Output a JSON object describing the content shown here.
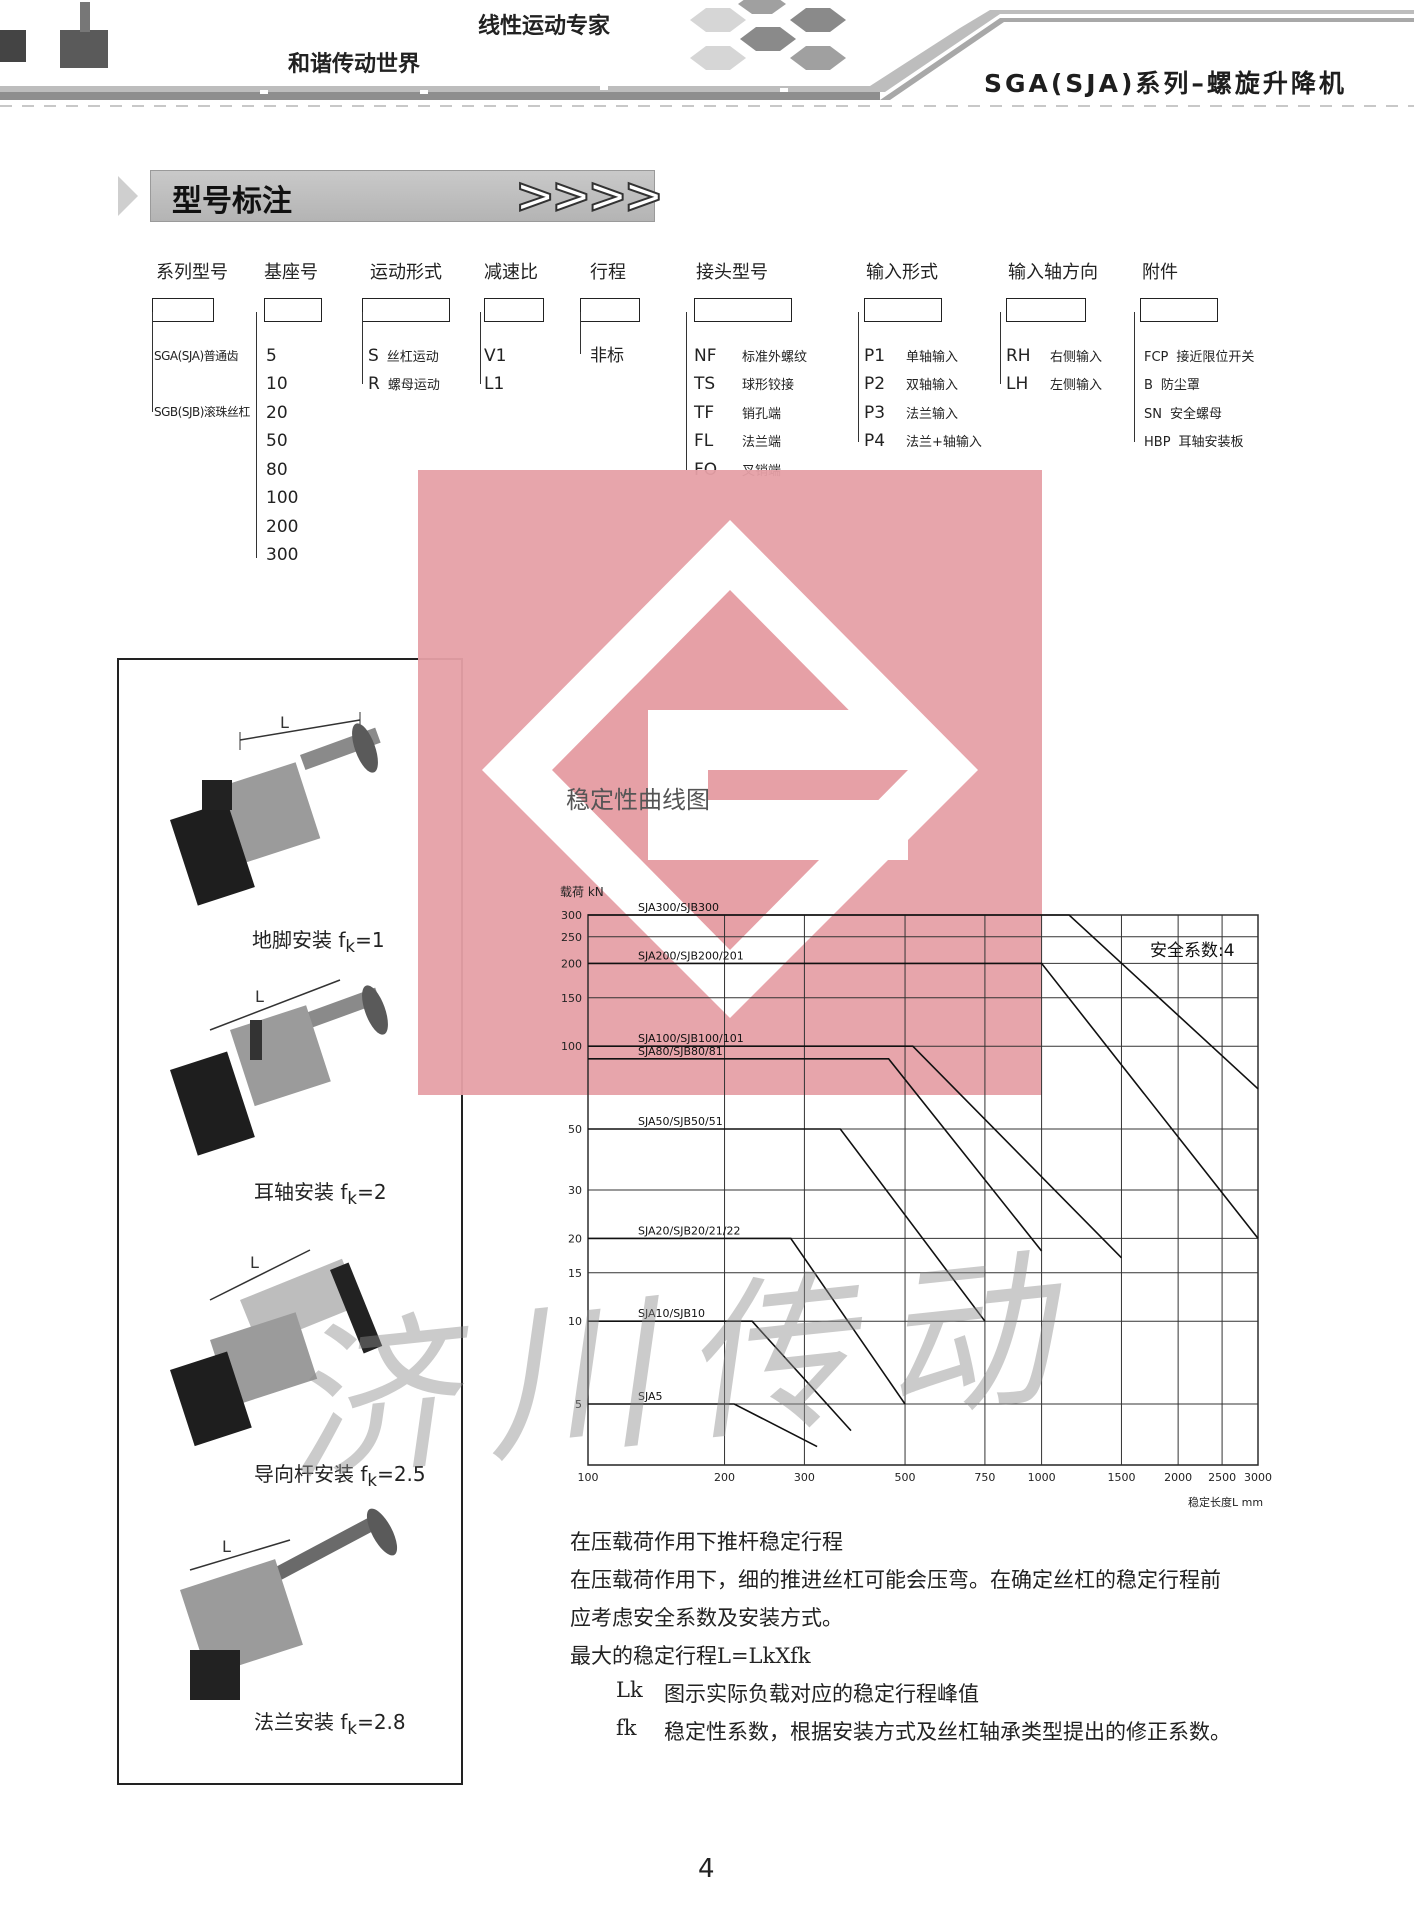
{
  "header": {
    "slogan_top": "线性运动专家",
    "slogan_bottom": "和谐传动世界",
    "series_title": "SGA(SJA)系列–螺旋升降机"
  },
  "section": {
    "title": "型号标注",
    "arrows": ">>>>"
  },
  "model_code": {
    "columns": [
      {
        "heading": "系列型号",
        "options": [
          {
            "code": "SGA(SJA)普通齿",
            "desc": ""
          },
          {
            "code": "SGB(SJB)滚珠丝杠",
            "desc": ""
          }
        ]
      },
      {
        "heading": "基座号",
        "options": [
          {
            "code": "5",
            "desc": ""
          },
          {
            "code": "10",
            "desc": ""
          },
          {
            "code": "20",
            "desc": ""
          },
          {
            "code": "50",
            "desc": ""
          },
          {
            "code": "80",
            "desc": ""
          },
          {
            "code": "100",
            "desc": ""
          },
          {
            "code": "200",
            "desc": ""
          },
          {
            "code": "300",
            "desc": ""
          }
        ]
      },
      {
        "heading": "运动形式",
        "options": [
          {
            "code": "S",
            "desc": "丝杠运动"
          },
          {
            "code": "R",
            "desc": "螺母运动"
          }
        ]
      },
      {
        "heading": "减速比",
        "options": [
          {
            "code": "V1",
            "desc": ""
          },
          {
            "code": "L1",
            "desc": ""
          }
        ]
      },
      {
        "heading": "行程",
        "options": [
          {
            "code": "非标",
            "desc": ""
          }
        ]
      },
      {
        "heading": "接头型号",
        "options": [
          {
            "code": "NF",
            "desc": "标准外螺纹"
          },
          {
            "code": "TS",
            "desc": "球形铰接"
          },
          {
            "code": "TF",
            "desc": "销孔端"
          },
          {
            "code": "FL",
            "desc": "法兰端"
          },
          {
            "code": "FO",
            "desc": "叉销端"
          }
        ]
      },
      {
        "heading": "输入形式",
        "options": [
          {
            "code": "P1",
            "desc": "单轴输入"
          },
          {
            "code": "P2",
            "desc": "双轴输入"
          },
          {
            "code": "P3",
            "desc": "法兰输入"
          },
          {
            "code": "P4",
            "desc": "法兰+轴输入"
          }
        ]
      },
      {
        "heading": "输入轴方向",
        "options": [
          {
            "code": "RH",
            "desc": "右侧输入"
          },
          {
            "code": "LH",
            "desc": "左侧输入"
          }
        ]
      },
      {
        "heading": "附件",
        "options": [
          {
            "code": "FCP",
            "desc": "接近限位开关"
          },
          {
            "code": "B",
            "desc": "防尘罩"
          },
          {
            "code": "SN",
            "desc": "安全螺母"
          },
          {
            "code": "HBP",
            "desc": "耳轴安装板"
          }
        ]
      }
    ]
  },
  "mounting": [
    {
      "label": "地脚安装",
      "fk": "1"
    },
    {
      "label": "耳轴安装",
      "fk": "2"
    },
    {
      "label": "导向杆安装",
      "fk": "2.5"
    },
    {
      "label": "法兰安装",
      "fk": "2.8"
    }
  ],
  "mounting_dim_label": "L",
  "chart_data": {
    "type": "line",
    "title": "稳定性曲线图",
    "ylabel": "载荷 kN",
    "xlabel": "稳定长度L mm",
    "annotation": "安全系数:4",
    "scale": "log-log",
    "xlim": [
      100,
      3000
    ],
    "ylim": [
      3,
      300
    ],
    "x_ticks": [
      100,
      200,
      300,
      500,
      750,
      1000,
      1500,
      2000,
      2500,
      3000
    ],
    "y_ticks": [
      5,
      10,
      15,
      20,
      30,
      50,
      100,
      150,
      200,
      250,
      300
    ],
    "series": [
      {
        "name": "SJA300/SJB300",
        "x": [
          100,
          1150,
          3000
        ],
        "y": [
          300,
          300,
          70
        ]
      },
      {
        "name": "SJA200/SJB200/201",
        "x": [
          100,
          1000,
          3000
        ],
        "y": [
          200,
          200,
          20
        ]
      },
      {
        "name": "SJA100/SJB100/101",
        "x": [
          100,
          520,
          1500
        ],
        "y": [
          100,
          100,
          17
        ]
      },
      {
        "name": "SJA80/SJB80/81",
        "x": [
          100,
          460,
          1000
        ],
        "y": [
          90,
          90,
          18
        ]
      },
      {
        "name": "SJA50/SJB50/51",
        "x": [
          100,
          360,
          750
        ],
        "y": [
          50,
          50,
          10
        ]
      },
      {
        "name": "SJA20/SJB20/21/22",
        "x": [
          100,
          280,
          500
        ],
        "y": [
          20,
          20,
          5
        ]
      },
      {
        "name": "SJA10/SJB10",
        "x": [
          100,
          230,
          380
        ],
        "y": [
          10,
          10,
          4
        ]
      },
      {
        "name": "SJA5",
        "x": [
          100,
          210,
          320
        ],
        "y": [
          5,
          5,
          3.5
        ]
      }
    ]
  },
  "explanation": {
    "heading": "在压载荷作用下推杆稳定行程",
    "line1": "在压载荷作用下，细的推进丝杠可能会压弯。在确定丝杠的稳定行程前",
    "line2": "应考虑安全系数及安装方式。",
    "formula": "最大的稳定行程L=LkXfk",
    "def1_term": "Lk",
    "def1_text": "图示实际负载对应的稳定行程峰值",
    "def2_term": "fk",
    "def2_text": "稳定性系数，根据安装方式及丝杠轴承类型提出的修正系数。"
  },
  "watermark": {
    "text": "济川传动",
    "logo_color": "#e8a0a6"
  },
  "page_number": "4"
}
